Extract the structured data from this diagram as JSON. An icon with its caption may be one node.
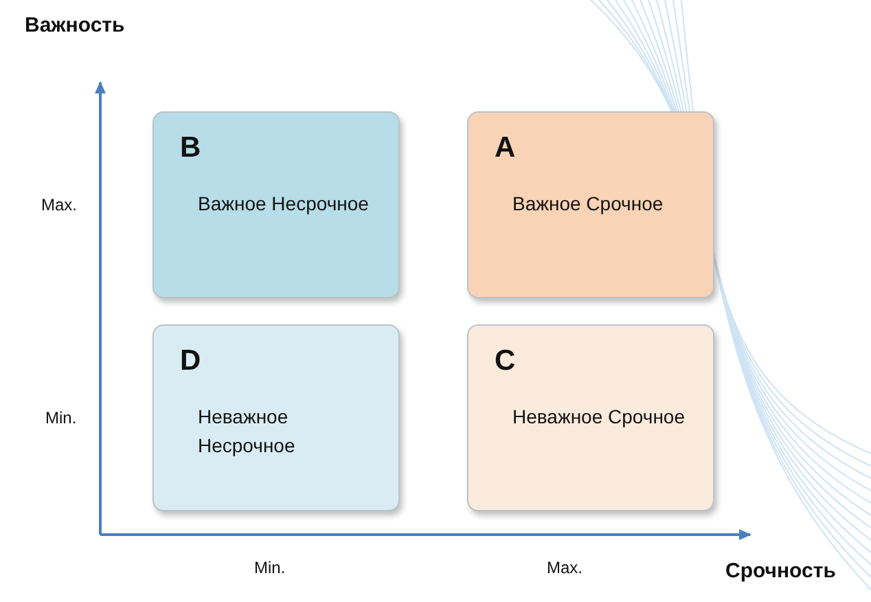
{
  "diagram": {
    "nodes": [
      {
        "text": [
          "B",
          "Важное Несрочное"
        ]
      },
      {
        "text": [
          "A",
          "Важное Срочное"
        ]
      },
      {
        "text": [
          "D",
          "Неважное Несрочное"
        ]
      },
      {
        "text": [
          "C",
          "Неважное Срочное"
        ]
      }
    ],
    "labels": [
      "Важность",
      "Max.",
      "Min.",
      "Min.",
      "Max.",
      "Срочность"
    ]
  }
}
